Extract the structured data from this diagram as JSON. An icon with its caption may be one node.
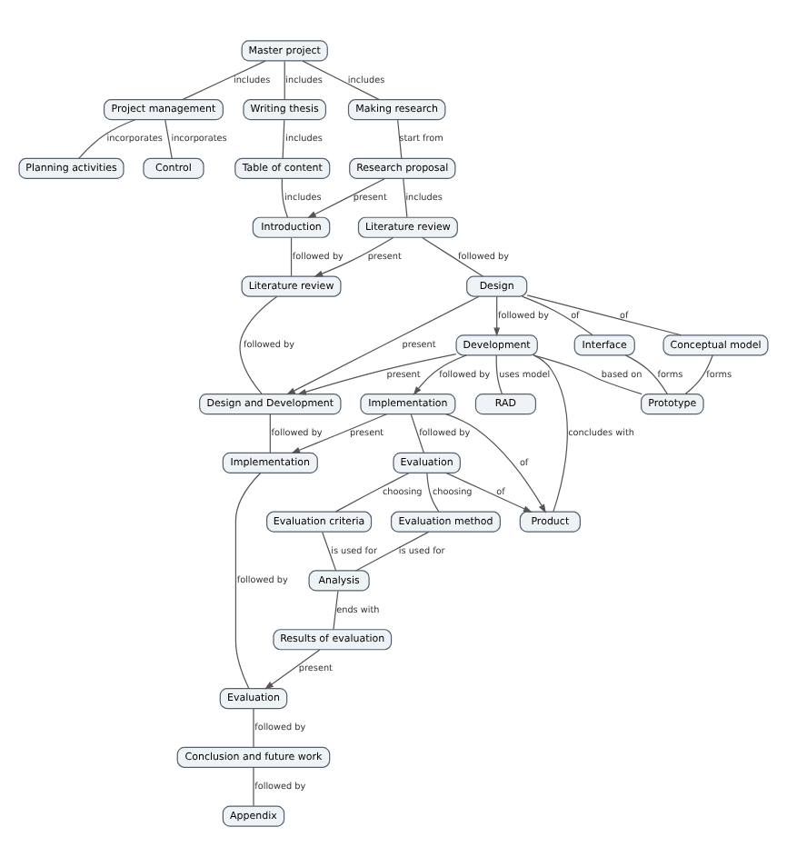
{
  "diagram": {
    "nodes": [
      {
        "text": [
          "Master project"
        ]
      },
      {
        "text": [
          "Project management"
        ]
      },
      {
        "text": [
          "Writing thesis"
        ]
      },
      {
        "text": [
          "Making research"
        ]
      },
      {
        "text": [
          "Planning activities"
        ]
      },
      {
        "text": [
          "Control"
        ]
      },
      {
        "text": [
          "Table of content"
        ]
      },
      {
        "text": [
          "Introduction"
        ]
      },
      {
        "text": [
          "Research proposal"
        ]
      },
      {
        "text": [
          "Literature review"
        ]
      },
      {
        "text": [
          "Literature review"
        ]
      },
      {
        "text": [
          "Design and Development"
        ]
      },
      {
        "text": [
          "Design"
        ]
      },
      {
        "text": [
          "Development"
        ]
      },
      {
        "text": [
          "Interface"
        ]
      },
      {
        "text": [
          "Conceptual model"
        ]
      },
      {
        "text": [
          "Prototype"
        ]
      },
      {
        "text": [
          "RAD"
        ]
      },
      {
        "text": [
          "Product"
        ]
      },
      {
        "text": [
          "Implementation"
        ]
      },
      {
        "text": [
          "Implementation"
        ]
      },
      {
        "text": [
          "Evaluation"
        ]
      },
      {
        "text": [
          "Evaluation"
        ]
      },
      {
        "text": [
          "Evaluation method"
        ]
      },
      {
        "text": [
          "Evaluation criteria"
        ]
      },
      {
        "text": [
          "Conclusion and future work"
        ]
      },
      {
        "text": [
          "Analysis"
        ]
      },
      {
        "text": [
          "Appendix"
        ]
      },
      {
        "text": [
          "Results of evaluation"
        ]
      }
    ],
    "edges": [
      {
        "from": 0,
        "to": 1,
        "arrow": "none",
        "label": "includes"
      },
      {
        "from": 0,
        "to": 2,
        "arrow": "none",
        "label": "includes"
      },
      {
        "from": 0,
        "to": 3,
        "arrow": "none",
        "label": "includes"
      },
      {
        "from": 1,
        "to": 4,
        "arrow": "none",
        "label": "incorporates"
      },
      {
        "from": 1,
        "to": 5,
        "arrow": "none",
        "label": "incorporates"
      },
      {
        "from": 2,
        "to": 6,
        "arrow": "none",
        "label": "includes"
      },
      {
        "from": 6,
        "to": 7,
        "arrow": "none",
        "label": "includes"
      },
      {
        "from": 3,
        "to": 8,
        "arrow": "none",
        "label": "start from"
      },
      {
        "from": 8,
        "to": 7,
        "arrow": "to",
        "label": "present"
      },
      {
        "from": 8,
        "to": 10,
        "arrow": "none",
        "label": "includes"
      },
      {
        "from": 7,
        "to": 9,
        "arrow": "none",
        "label": "followed by"
      },
      {
        "from": 10,
        "to": 9,
        "arrow": "to",
        "label": "present"
      },
      {
        "from": 9,
        "to": 11,
        "arrow": "none",
        "label": "followed by"
      },
      {
        "from": 10,
        "to": 12,
        "arrow": "none",
        "label": "followed by"
      },
      {
        "from": 12,
        "to": 11,
        "arrow": "to",
        "label": "present"
      },
      {
        "from": 13,
        "to": 11,
        "arrow": "to",
        "label": "present"
      },
      {
        "from": 12,
        "to": 13,
        "arrow": "to",
        "label": "followed by"
      },
      {
        "from": 12,
        "to": 14,
        "arrow": "none",
        "label": "of"
      },
      {
        "from": 12,
        "to": 15,
        "arrow": "none",
        "label": "of"
      },
      {
        "from": 14,
        "to": 16,
        "arrow": "none",
        "label": "forms"
      },
      {
        "from": 15,
        "to": 16,
        "arrow": "none",
        "label": "forms"
      },
      {
        "from": 13,
        "to": 16,
        "arrow": "none",
        "label": "based on"
      },
      {
        "from": 13,
        "to": 17,
        "arrow": "none",
        "label": "uses model"
      },
      {
        "from": 13,
        "to": 18,
        "arrow": "none",
        "label": "concludes with"
      },
      {
        "from": 13,
        "to": 20,
        "arrow": "to",
        "label": "followed by"
      },
      {
        "from": 11,
        "to": 19,
        "arrow": "none",
        "label": "followed by"
      },
      {
        "from": 20,
        "to": 19,
        "arrow": "to",
        "label": "present"
      },
      {
        "from": 20,
        "to": 18,
        "arrow": "to",
        "label": "of"
      },
      {
        "from": 22,
        "to": 18,
        "arrow": "to",
        "label": "of"
      },
      {
        "from": 20,
        "to": 22,
        "arrow": "none",
        "label": "followed by"
      },
      {
        "from": 19,
        "to": 21,
        "arrow": "none",
        "label": "followed by"
      },
      {
        "from": 28,
        "to": 21,
        "arrow": "to",
        "label": "present"
      },
      {
        "from": 22,
        "to": 23,
        "arrow": "none",
        "label": "choosing"
      },
      {
        "from": 22,
        "to": 24,
        "arrow": "none",
        "label": "choosing"
      },
      {
        "from": 23,
        "to": 26,
        "arrow": "none",
        "label": "is used for"
      },
      {
        "from": 24,
        "to": 26,
        "arrow": "none",
        "label": "is used for"
      },
      {
        "from": 26,
        "to": 28,
        "arrow": "none",
        "label": "ends with"
      },
      {
        "from": 21,
        "to": 25,
        "arrow": "none",
        "label": "followed by"
      },
      {
        "from": 25,
        "to": 27,
        "arrow": "none",
        "label": "followed by"
      }
    ]
  }
}
